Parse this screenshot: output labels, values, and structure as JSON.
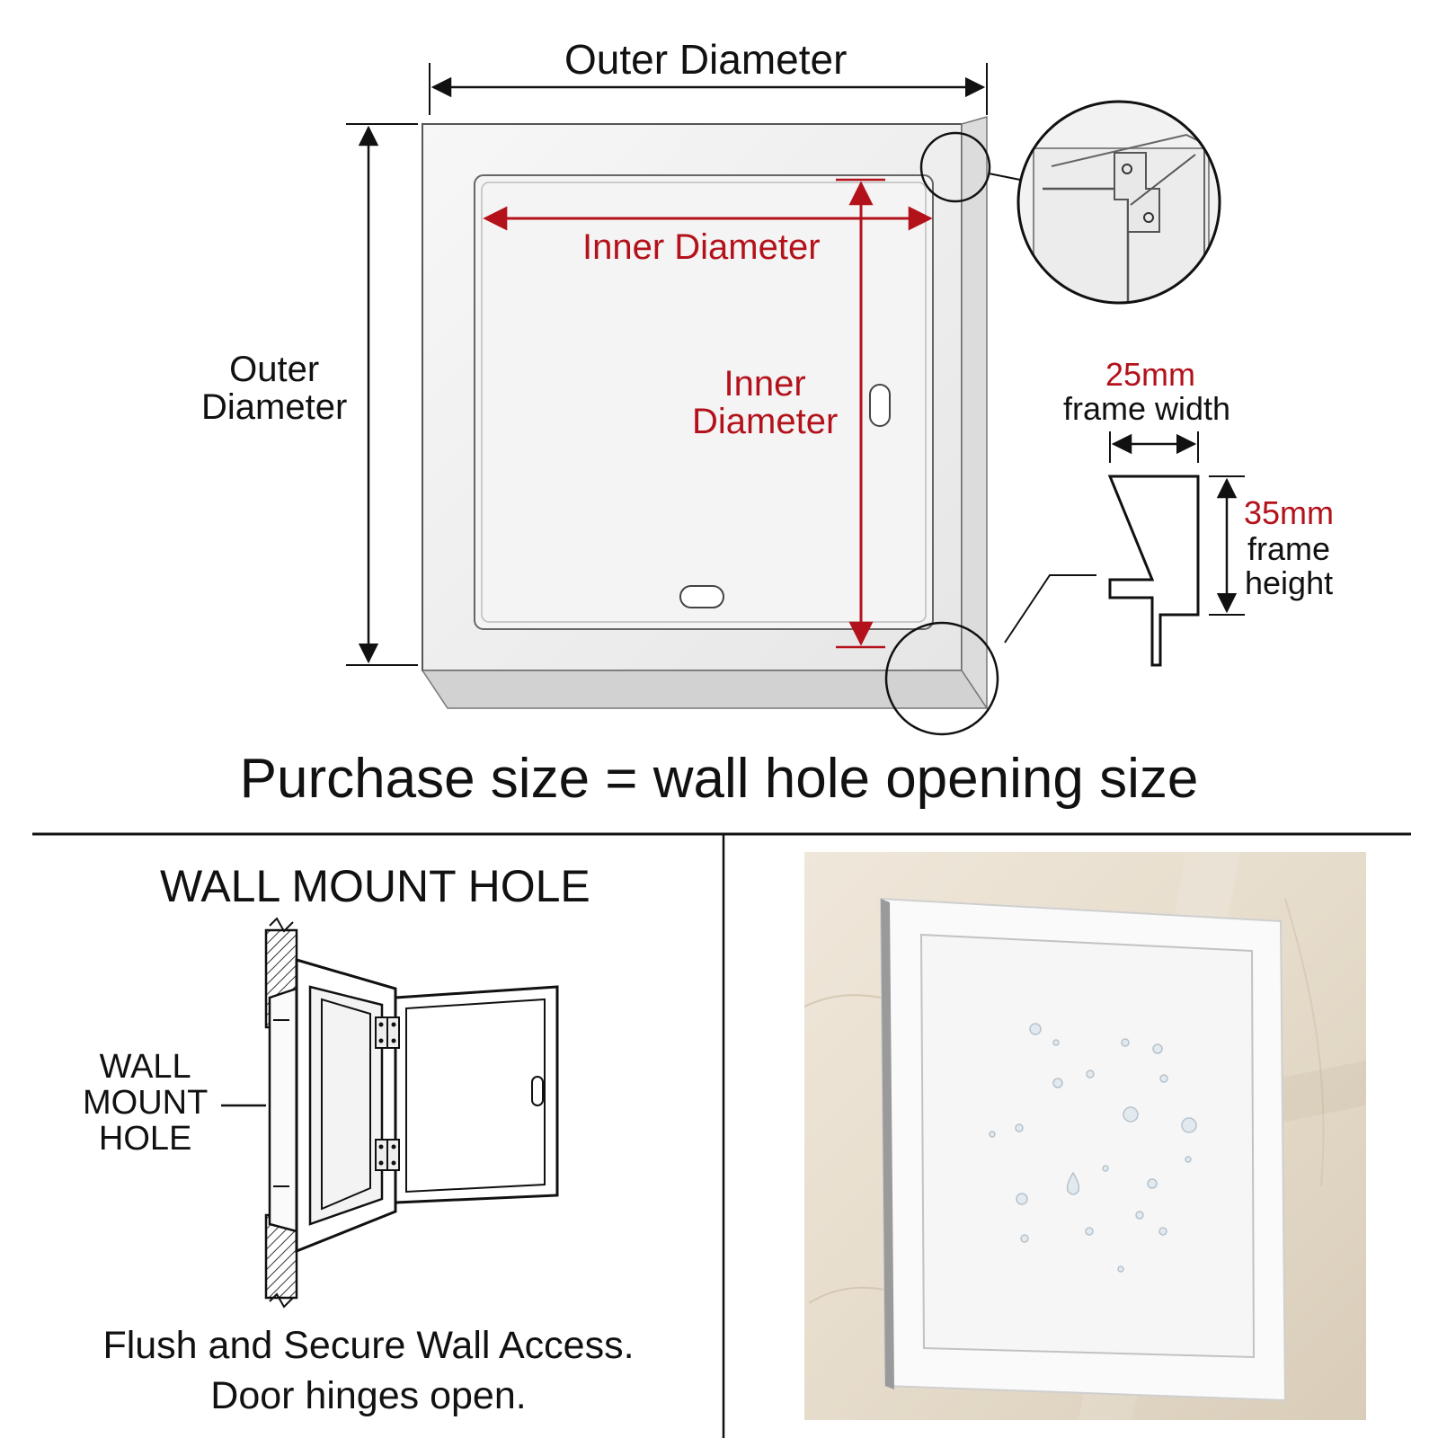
{
  "top_diagram": {
    "outer_width_label": "Outer Diameter",
    "outer_height_label": "Outer\nDiameter",
    "inner_width_label": "Inner Diameter",
    "inner_height_label": "Inner\nDiameter"
  },
  "frame_profile": {
    "width_value": "25mm",
    "width_caption": "frame width",
    "height_value": "35mm",
    "height_caption": "frame\nheight"
  },
  "headline": "Purchase size = wall hole opening size",
  "wall_mount": {
    "title": "WALL MOUNT HOLE",
    "callout": "WALL\nMOUNT\nHOLE",
    "caption": "Flush and Secure Wall Access.\nDoor hinges open."
  },
  "colors": {
    "accent_red": "#b3121b",
    "line": "#111111",
    "panel": "#f2f2f2",
    "marble": "#ece3d6"
  }
}
